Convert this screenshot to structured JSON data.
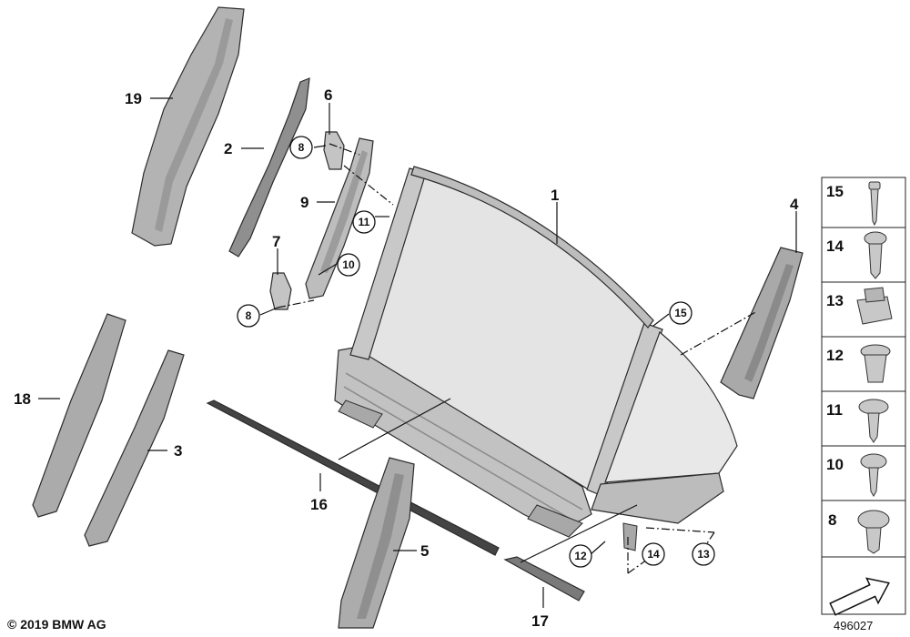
{
  "callouts": {
    "c1": "1",
    "c2": "2",
    "c3": "3",
    "c4": "4",
    "c5": "5",
    "c6": "6",
    "c7": "7",
    "c8a": "8",
    "c8b": "8",
    "c9": "9",
    "c10": "10",
    "c11": "11",
    "c12": "12",
    "c13": "13",
    "c14": "14",
    "c15": "15",
    "c16": "16",
    "c17": "17",
    "c18": "18",
    "c19": "19"
  },
  "parts_list": [
    "15",
    "14",
    "13",
    "12",
    "11",
    "10",
    "8"
  ],
  "copyright": "© 2019 BMW AG",
  "image_number": "496027",
  "colors": {
    "part_fill": "#b9b9b9",
    "glass_fill": "#e6e6e6",
    "frame_fill": "#cfcfcf",
    "line": "#111111"
  },
  "icons": [
    "screw-icon",
    "clip-icon",
    "nut-icon",
    "arrow-icon"
  ]
}
